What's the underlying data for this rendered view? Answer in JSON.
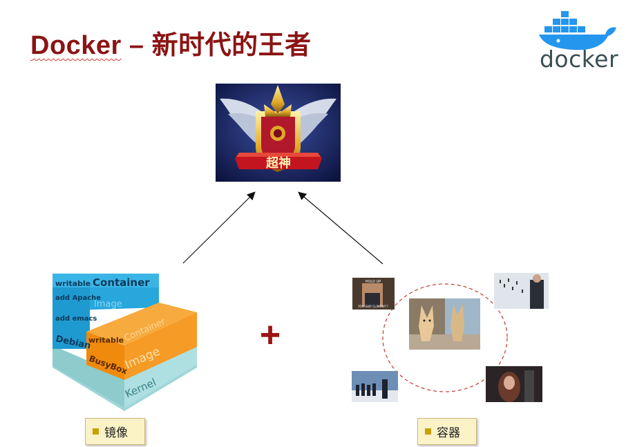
{
  "slide": {
    "title_brand": "Docker",
    "title_rest": " – 新时代的王者"
  },
  "logo": {
    "text": "docker"
  },
  "hero": {
    "badge_text": "超神"
  },
  "diagram": {
    "plus_sign": "+",
    "left_label": "镜像",
    "right_label": "容器",
    "stack_layers": {
      "top_writable": "writable",
      "top_container": "Container",
      "image": "Image",
      "add_apache": "add Apache",
      "add_emacs": "add emacs",
      "debian": "Debian",
      "orange_writable": "writable",
      "orange_container": "Container",
      "busybox": "BusyBox",
      "orange_image": "Image",
      "kernel": "Kernel"
    },
    "meme_text": {
      "line1": "HOLD UP",
      "line2": "YOU SHIP CLIMON?!?"
    }
  },
  "colors": {
    "title": "#8b1414",
    "docker_blue": "#2496ed",
    "orange_layer": "#f08a0c",
    "kernel_layer": "#9fd6d8",
    "label_bg": "#fbf2c8",
    "dashed_circle": "#c0392b"
  }
}
